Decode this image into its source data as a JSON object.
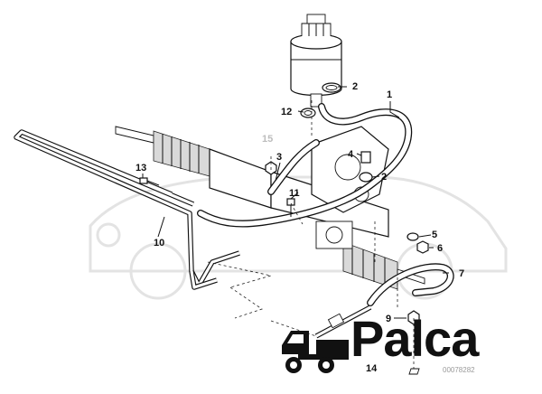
{
  "diagram": {
    "callouts": {
      "c1": "1",
      "c2a": "2",
      "c2b": "2",
      "c3": "3",
      "c4": "4",
      "c5": "5",
      "c6": "6",
      "c7": "7",
      "c9": "9",
      "c10": "10",
      "c11": "11",
      "c12": "12",
      "c13": "13",
      "c14": "14",
      "c15": "15"
    },
    "reference_code": "00078282"
  },
  "logo": {
    "text": "Palca",
    "brand_color": "#111111",
    "icon": "truck-icon"
  }
}
